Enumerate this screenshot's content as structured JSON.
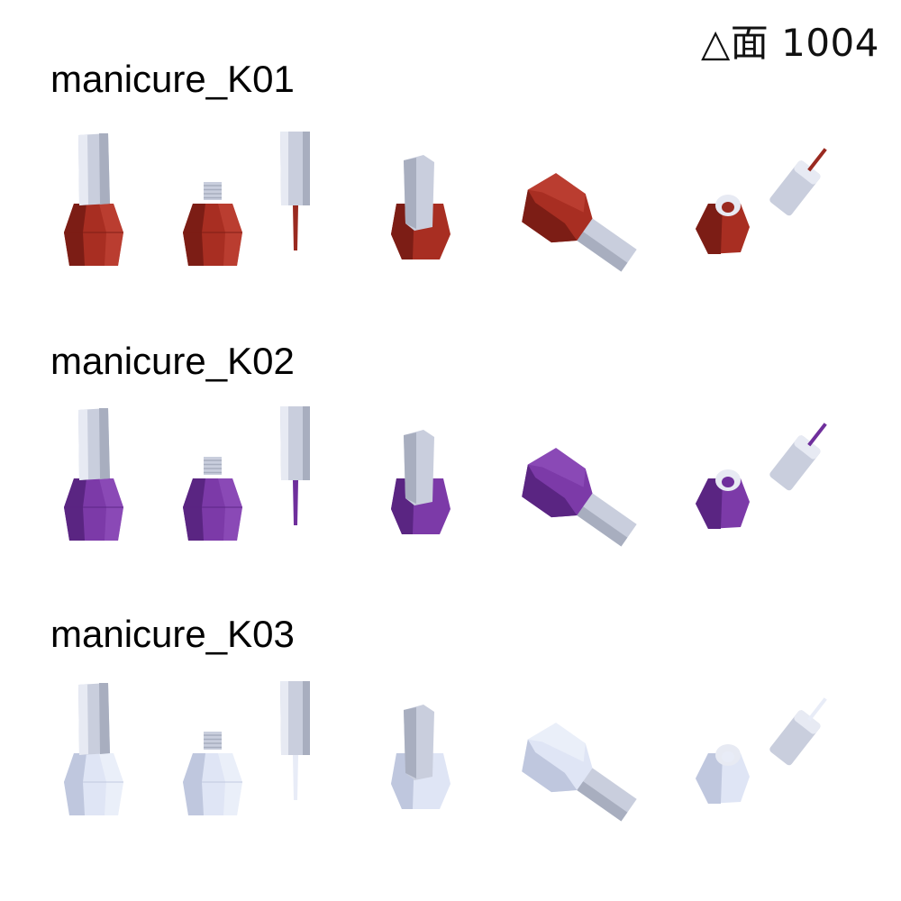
{
  "poly_count": "△面 1004",
  "variants": [
    {
      "name": "manicure_K01",
      "color_main": "#a82e22",
      "color_dark": "#7c1d15",
      "color_light": "#c6473a",
      "color_brush": "#9a2a20"
    },
    {
      "name": "manicure_K02",
      "color_main": "#7c3aa8",
      "color_dark": "#5a2582",
      "color_light": "#9553c0",
      "color_brush": "#6f2f9c"
    },
    {
      "name": "manicure_K03",
      "color_main": "#dfe5f5",
      "color_dark": "#bfc7de",
      "color_light": "#f2f5fc",
      "color_brush": "#e8ecf7"
    }
  ],
  "cap_colors": {
    "main": "#c9cedd",
    "dark": "#a8aebf",
    "light": "#e7eaf3"
  }
}
